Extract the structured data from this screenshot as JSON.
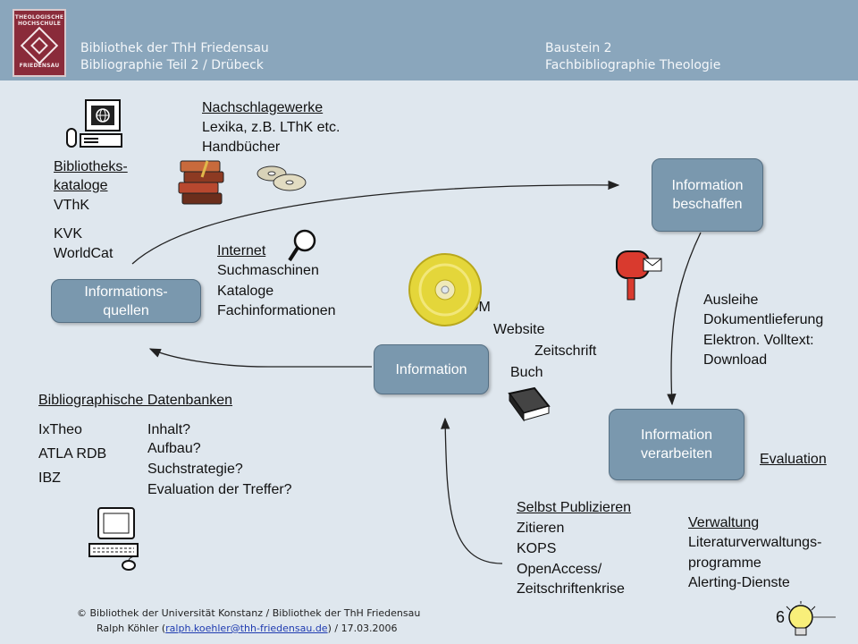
{
  "header": {
    "logo_text_1": "THEOLOGISCHE",
    "logo_text_2": "HOCHSCHULE",
    "logo_text_3": "FRIEDENSAU",
    "left_line1": "Bibliothek der ThH Friedensau",
    "left_line2": "Bibliographie Teil 2 / Drübeck",
    "right_line1": "Baustein 2",
    "right_line2": "Fachbibliographie Theologie"
  },
  "boxes": {
    "beschaffen": "Information beschaffen",
    "quellen": "Informations-\nquellen",
    "information": "Information",
    "verarbeiten": "Information verarbeiten"
  },
  "nachschlage": {
    "title": "Nachschlagewerke",
    "line1": "Lexika, z.B. LThK etc.",
    "line2": "Handbücher"
  },
  "kataloge": {
    "title1": "Bibliotheks-",
    "title2": "kataloge",
    "line1": "VThK",
    "line2": "KVK",
    "line3": "WorldCat"
  },
  "internet": {
    "title": "Internet",
    "line1": "Suchmaschinen",
    "line2": "Kataloge",
    "line3": "Fachinformationen"
  },
  "media": {
    "cdrom": "CD-ROM",
    "website": "Website",
    "zeitschrift": "Zeitschrift",
    "buch": "Buch"
  },
  "ausleihe": {
    "line1": "Ausleihe",
    "line2": "Dokumentlieferung",
    "line3": "Elektron. Volltext:",
    "line4": "Download"
  },
  "datenbanken": {
    "title": "Bibliographische Datenbanken",
    "db1": "IxTheo",
    "db2": "ATLA RDB",
    "db3": "IBZ",
    "q1": "Inhalt?",
    "q2": "Aufbau?",
    "q3": "Suchstrategie?",
    "q4": "Evaluation der Treffer?"
  },
  "evaluation": "Evaluation",
  "publizieren": {
    "title": "Selbst Publizieren",
    "line1": "Zitieren",
    "line2": "KOPS",
    "line3": "OpenAccess/",
    "line4": "Zeitschriftenkrise"
  },
  "verwaltung": {
    "title": "Verwaltung",
    "line1": "Literaturverwaltungs-",
    "line2": "programme",
    "line3": "Alerting-Dienste"
  },
  "footer": {
    "line1": "© Bibliothek der Universität Konstanz / Bibliothek der ThH Friedensau",
    "line2_prefix": "Ralph Köhler (",
    "email": "ralph.koehler@thh-friedensau.de",
    "line2_suffix": ")   / 17.03.2006"
  },
  "page_number": "6",
  "colors": {
    "header_bg": "#8aa6bc",
    "slide_bg": "#dfe7ee",
    "box_bg": "#7a98ae",
    "logo_bg": "#8a2b3a"
  }
}
